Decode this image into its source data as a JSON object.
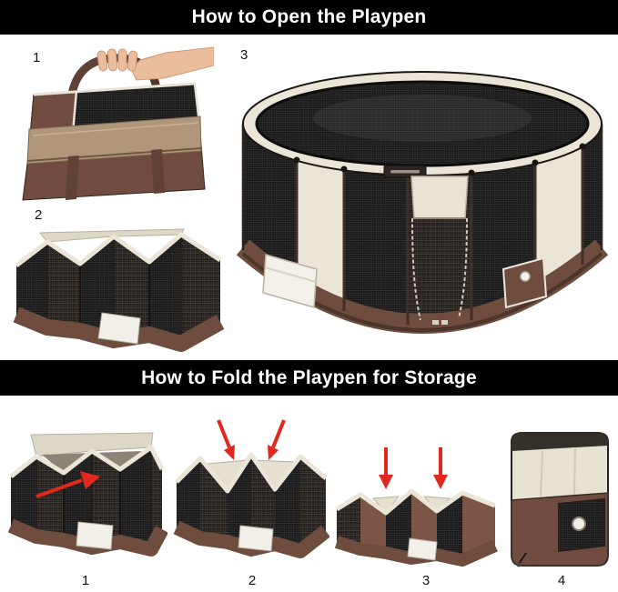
{
  "colors": {
    "header_bg": "#000000",
    "header_text": "#ffffff",
    "fabric_brown": "#6f4c3f",
    "fabric_cream": "#ebe5d7",
    "mesh_black": "#161616",
    "bag_tan": "#b0967a",
    "arrow_red": "#e2281e"
  },
  "sections": {
    "open": {
      "title": "How to Open the Playpen",
      "steps": [
        {
          "number": "1"
        },
        {
          "number": "2"
        },
        {
          "number": "3"
        }
      ]
    },
    "fold": {
      "title": "How to Fold the Playpen for Storage",
      "steps": [
        {
          "number": "1"
        },
        {
          "number": "2"
        },
        {
          "number": "3"
        },
        {
          "number": "4"
        }
      ]
    }
  }
}
